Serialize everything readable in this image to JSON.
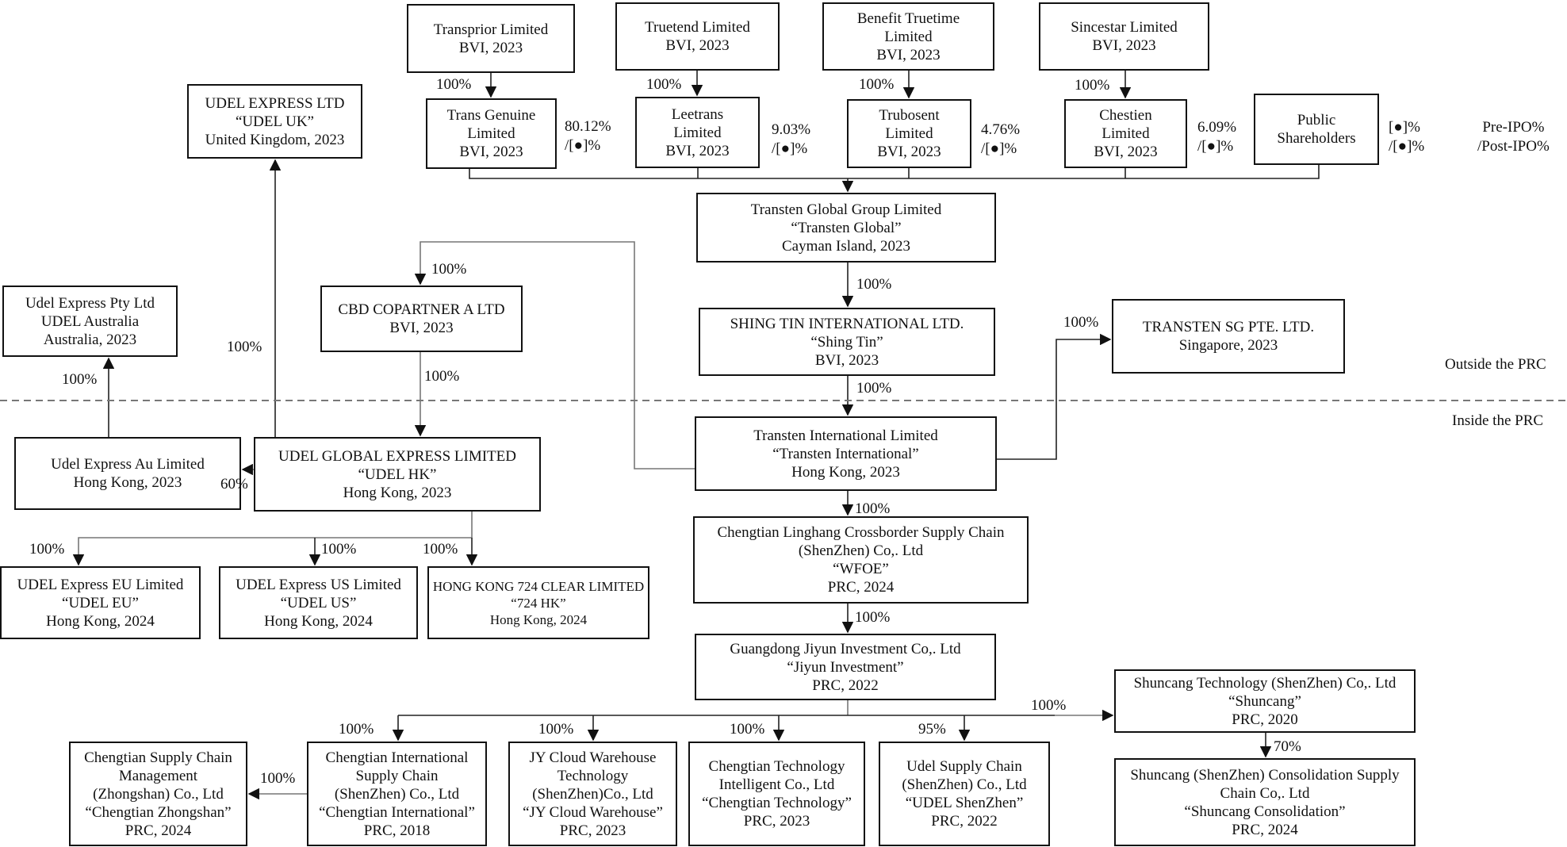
{
  "legend": {
    "line1": "Pre-IPO%",
    "line2": "/Post-IPO%"
  },
  "regions": {
    "outside": "Outside the PRC",
    "inside": "Inside the PRC"
  },
  "entities": {
    "transprior": [
      "Transprior Limited",
      "BVI, 2023"
    ],
    "truetend": [
      "Truetend Limited",
      "BVI, 2023"
    ],
    "benefit_truetime": [
      "Benefit Truetime",
      "Limited",
      "BVI, 2023"
    ],
    "sincestar": [
      "Sincestar Limited",
      "BVI, 2023"
    ],
    "trans_genuine": [
      "Trans Genuine",
      "Limited",
      "BVI, 2023"
    ],
    "leetrans": [
      "Leetrans",
      "Limited",
      "BVI, 2023"
    ],
    "trubosent": [
      "Trubosent",
      "Limited",
      "BVI, 2023"
    ],
    "chestien": [
      "Chestien",
      "Limited",
      "BVI, 2023"
    ],
    "public": [
      "Public",
      "Shareholders"
    ],
    "udel_uk": [
      "UDEL EXPRESS LTD",
      "“UDEL UK”",
      "United Kingdom, 2023"
    ],
    "transten_global": [
      "Transten Global Group Limited",
      "“Transten Global”",
      "Cayman Island, 2023"
    ],
    "udel_pty": [
      "Udel Express Pty Ltd",
      "UDEL Australia",
      "Australia, 2023"
    ],
    "cbd": [
      "CBD COPARTNER A LTD",
      "BVI, 2023"
    ],
    "shing_tin": [
      "SHING TIN INTERNATIONAL LTD.",
      "“Shing Tin”",
      "BVI, 2023"
    ],
    "transten_sg": [
      "TRANSTEN SG PTE. LTD.",
      "Singapore, 2023"
    ],
    "udel_au": [
      "Udel Express Au Limited",
      "Hong Kong, 2023"
    ],
    "udel_hk": [
      "UDEL GLOBAL EXPRESS LIMITED",
      "“UDEL HK”",
      "Hong Kong, 2023"
    ],
    "transten_intl": [
      "Transten International Limited",
      "“Transten International”",
      "Hong Kong, 2023"
    ],
    "wfoe": [
      "Chengtian Linghang Crossborder Supply Chain",
      "(ShenZhen) Co,. Ltd",
      "“WFOE”",
      "PRC, 2024"
    ],
    "udel_eu": [
      "UDEL Express EU Limited",
      "“UDEL EU”",
      "Hong Kong, 2024"
    ],
    "udel_us": [
      "UDEL Express US Limited",
      "“UDEL US”",
      "Hong Kong, 2024"
    ],
    "hk724": [
      "HONG KONG 724 CLEAR LIMITED",
      "“724 HK”",
      "Hong Kong, 2024"
    ],
    "jiyun": [
      "Guangdong Jiyun Investment Co,. Ltd",
      "“Jiyun Investment”",
      "PRC, 2022"
    ],
    "shuncang": [
      "Shuncang Technology (ShenZhen) Co,. Ltd",
      "“Shuncang”",
      "PRC, 2020"
    ],
    "shuncang_cons": [
      "Shuncang (ShenZhen) Consolidation Supply",
      "Chain Co,. Ltd",
      "“Shuncang Consolidation”",
      "PRC, 2024"
    ],
    "zhongshan": [
      "Chengtian Supply Chain",
      "Management",
      "(Zhongshan) Co., Ltd",
      "“Chengtian Zhongshan”",
      "PRC, 2024"
    ],
    "chengtian_intl": [
      "Chengtian International",
      "Supply Chain",
      "(ShenZhen) Co., Ltd",
      "“Chengtian International”",
      "PRC, 2018"
    ],
    "jy_cloud": [
      "JY Cloud Warehouse",
      "Technology",
      "(ShenZhen)Co., Ltd",
      "“JY Cloud Warehouse”",
      "PRC, 2023"
    ],
    "chengtian_tech": [
      "Chengtian Technology",
      "Intelligent Co., Ltd",
      "“Chengtian Technology”",
      "PRC, 2023"
    ],
    "udel_sz": [
      "Udel Supply Chain",
      "(ShenZhen) Co., Ltd",
      "“UDEL ShenZhen”",
      "PRC, 2022"
    ]
  },
  "ownership": {
    "transprior_to_trans_genuine": "100%",
    "truetend_to_leetrans": "100%",
    "benefit_to_trubosent": "100%",
    "sincestar_to_chestien": "100%",
    "trans_genuine_stake": [
      "80.12%",
      "/[●]%"
    ],
    "leetrans_stake": [
      "9.03%",
      "/[●]%"
    ],
    "trubosent_stake": [
      "4.76%",
      "/[●]%"
    ],
    "chestien_stake": [
      "6.09%",
      "/[●]%"
    ],
    "public_stake": [
      "[●]%",
      "/[●]%"
    ],
    "global_to_shing_tin": "100%",
    "shing_tin_to_transten_intl": "100%",
    "transten_intl_to_sg": "100%",
    "transten_intl_to_cbd": "100%",
    "cbd_to_udel_hk": "100%",
    "udel_hk_to_uk": "100%",
    "udel_hk_to_au": "60%",
    "au_to_pty": "100%",
    "udel_hk_to_eu": "100%",
    "udel_hk_to_us": "100%",
    "udel_hk_to_724": "100%",
    "transten_intl_to_wfoe": "100%",
    "wfoe_to_jiyun": "100%",
    "jiyun_to_chengtian_intl": "100%",
    "jiyun_to_jy_cloud": "100%",
    "jiyun_to_chengtian_tech": "100%",
    "jiyun_to_udel_sz": "95%",
    "jiyun_to_shuncang": "100%",
    "shuncang_to_cons": "70%",
    "chengtian_intl_to_zhongshan": "100%"
  }
}
